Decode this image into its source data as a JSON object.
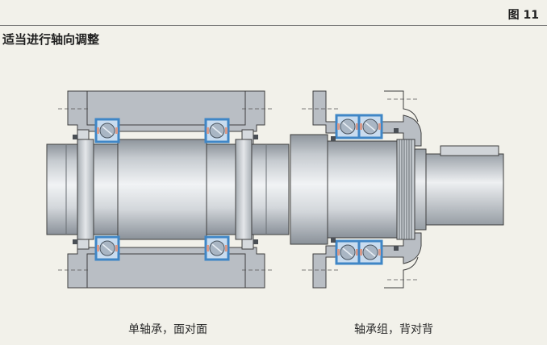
{
  "header": {
    "figure_label": "图 11",
    "title": "适当进行轴向调整"
  },
  "diagrams": {
    "left_caption": "单轴承，面对面",
    "right_caption": "轴承组，背对背"
  },
  "colors": {
    "background": "#f2f1ea",
    "housing": "#b9bec4",
    "shaft_light": "#eef0f2",
    "shaft_dark": "#9aa0a6",
    "bearing_blue": "#3f86c6",
    "bearing_fill": "#c9dcef",
    "ball": "#a9b6c4",
    "cage": "#d89a8a"
  }
}
